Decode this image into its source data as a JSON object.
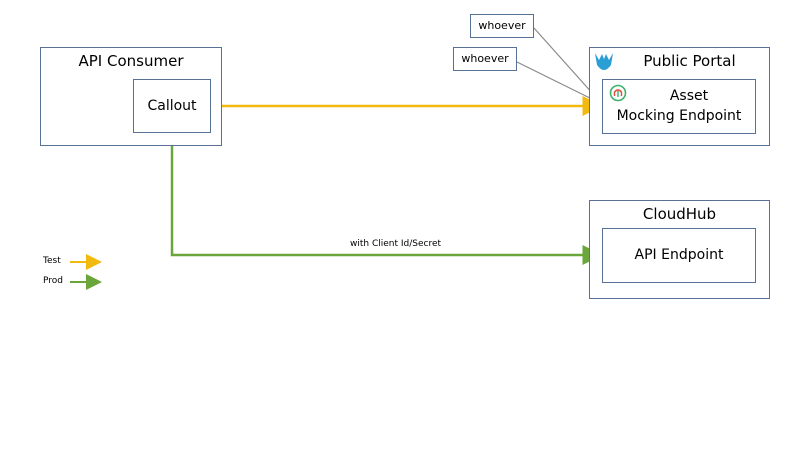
{
  "diagram": {
    "api_consumer": {
      "title": "API Consumer",
      "callout_label": "Callout"
    },
    "public_portal": {
      "title": "Public Portal",
      "logo_icon": "mulesoft-logo",
      "endpoint_icon": "api-mock-icon",
      "endpoint_line1": "Asset",
      "endpoint_line2": "Mocking Endpoint"
    },
    "cloudhub": {
      "title": "CloudHub",
      "endpoint_label": "API Endpoint"
    },
    "callouts": [
      "whoever",
      "whoever"
    ],
    "edge_label": "with Client Id/Secret",
    "legend": [
      {
        "label": "Test",
        "color": "#f2b90f"
      },
      {
        "label": "Prod",
        "color": "#6aa63a"
      }
    ],
    "colors": {
      "border": "#5a7196",
      "test": "#f2b90f",
      "prod": "#6aa63a",
      "callout_line": "#8a8a8a",
      "logo": "#2a9fd6",
      "icon": "#3bb36b"
    }
  }
}
